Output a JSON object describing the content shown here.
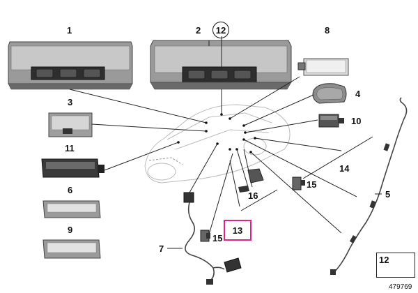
{
  "diagram": {
    "part_labels": {
      "p1": "1",
      "p2": "2",
      "p3": "3",
      "p4": "4",
      "p5": "5",
      "p6": "6",
      "p7": "7",
      "p8": "8",
      "p9": "9",
      "p10": "10",
      "p11": "11",
      "p12_circled": "12",
      "p12_inset": "12",
      "p13_highlight": "13",
      "p14": "14",
      "p15_right": "15",
      "p15_left": "15",
      "p16": "16"
    },
    "reference_number": "479769",
    "highlight_color": "#e0218a"
  }
}
